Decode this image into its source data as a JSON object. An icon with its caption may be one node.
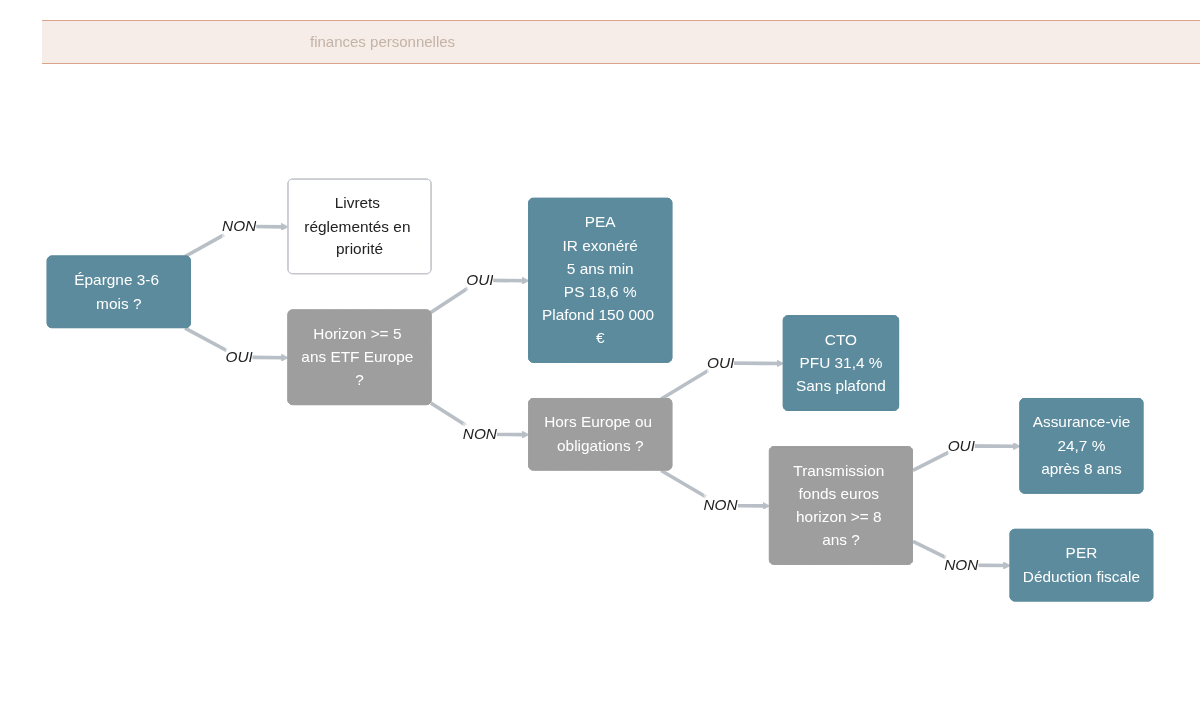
{
  "diagram": {
    "nodes": [
      {
        "text": [
          "Épargne 3-6 mois ?"
        ]
      },
      {
        "text": [
          "Livrets réglementés en priorité"
        ]
      },
      {
        "text": [
          "Horizon >= 5 ans ETF Europe ?"
        ]
      },
      {
        "text": [
          "PEA",
          "IR exonéré",
          "5 ans min",
          "PS 18,6 %",
          "Plafond 150 000 €"
        ]
      },
      {
        "text": [
          "Hors Europe ou obligations ?"
        ]
      },
      {
        "text": [
          "CTO",
          "PFU 31,4 %",
          "Sans plafond"
        ]
      },
      {
        "text": [
          "Transmission fonds euros horizon >= 8 ans ?"
        ]
      },
      {
        "text": [
          "Assurance-vie",
          "24,7 %",
          "après 8 ans"
        ]
      },
      {
        "text": [
          "PER",
          "Déduction fiscale"
        ]
      }
    ],
    "edges": [
      {
        "from": 0,
        "to": 1,
        "arrow": "to",
        "label": "NON"
      },
      {
        "from": 0,
        "to": 2,
        "arrow": "to",
        "label": "OUI"
      },
      {
        "from": 2,
        "to": 3,
        "arrow": "to",
        "label": "OUI"
      },
      {
        "from": 2,
        "to": 4,
        "arrow": "to",
        "label": "NON"
      },
      {
        "from": 4,
        "to": 5,
        "arrow": "to",
        "label": "OUI"
      },
      {
        "from": 4,
        "to": 6,
        "arrow": "to",
        "label": "NON"
      },
      {
        "from": 6,
        "to": 7,
        "arrow": "to",
        "label": "OUI"
      },
      {
        "from": 6,
        "to": 8,
        "arrow": "to",
        "label": "NON"
      }
    ],
    "labels": [
      "finances personnelles"
    ]
  }
}
